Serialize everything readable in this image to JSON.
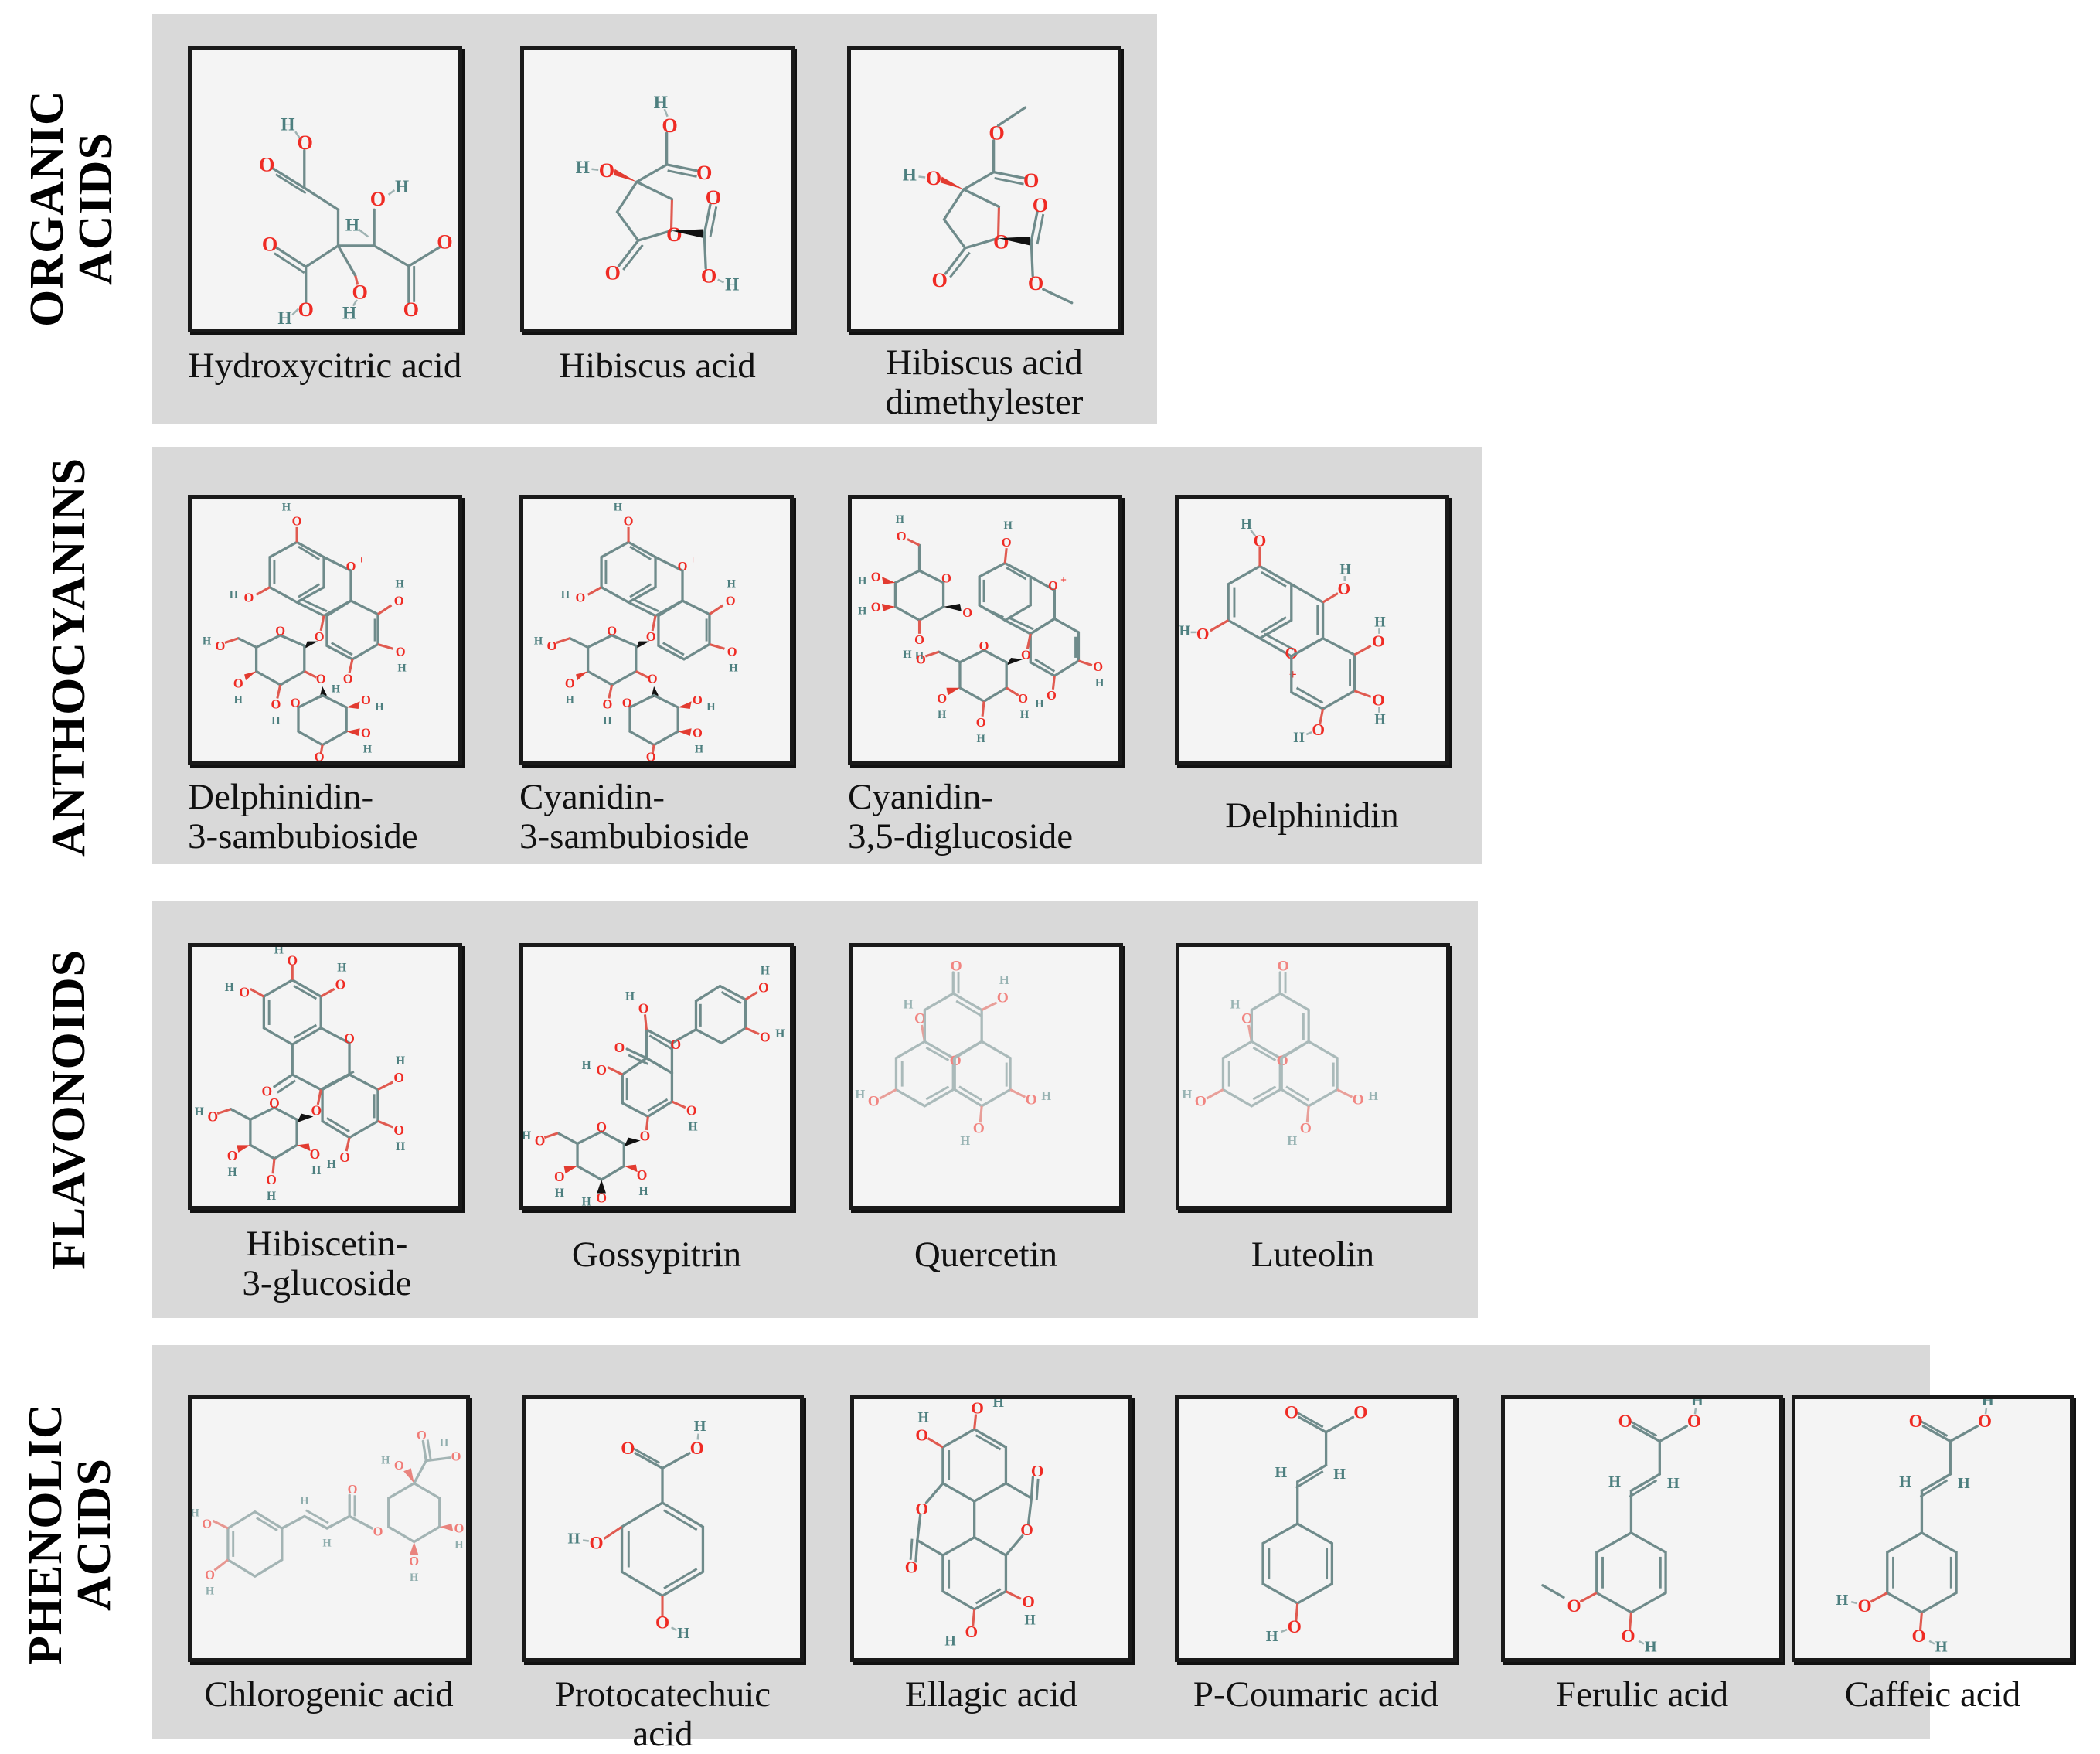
{
  "figure": {
    "title": "Phytochemical constituents grouped by compound class",
    "panel_bg": "#d9d9d9",
    "box_bg": "#f4f4f4",
    "oxygen_color": "#ef2b24",
    "hydrogen_color": "#4d7f7f",
    "bond_color": "#6f8b8b"
  },
  "rows": [
    {
      "id": "organic-acids",
      "label": "ORGANIC\nACIDS",
      "compounds": [
        {
          "name": "Hydroxycitric acid",
          "structure": "hydroxycitric-acid"
        },
        {
          "name": "Hibiscus acid",
          "structure": "hibiscus-acid"
        },
        {
          "name": "Hibiscus acid\ndimethylester",
          "structure": "hibiscus-acid-dimethylester"
        }
      ]
    },
    {
      "id": "anthocyanins",
      "label": "ANTHOCYANINS",
      "compounds": [
        {
          "name": "Delphinidin-\n3-sambubioside",
          "structure": "delphinidin-3-sambubioside"
        },
        {
          "name": "Cyanidin-\n3-sambubioside",
          "structure": "cyanidin-3-sambubioside"
        },
        {
          "name": "Cyanidin-\n3,5-diglucoside",
          "structure": "cyanidin-3-5-diglucoside"
        },
        {
          "name": "Delphinidin",
          "structure": "delphinidin"
        }
      ]
    },
    {
      "id": "flavonoids",
      "label": "FLAVONOIDS",
      "compounds": [
        {
          "name": "Hibiscetin-\n3-glucoside",
          "structure": "hibiscetin-3-glucoside"
        },
        {
          "name": "Gossypitrin",
          "structure": "gossypitrin"
        },
        {
          "name": "Quercetin",
          "structure": "quercetin"
        },
        {
          "name": "Luteolin",
          "structure": "luteolin"
        }
      ]
    },
    {
      "id": "phenolic-acids",
      "label": "PHENOLIC\nACIDS",
      "compounds": [
        {
          "name": "Chlorogenic acid",
          "structure": "chlorogenic-acid"
        },
        {
          "name": "Protocatechuic acid",
          "structure": "protocatechuic-acid"
        },
        {
          "name": "Ellagic  acid",
          "structure": "ellagic-acid"
        },
        {
          "name": "P-Coumaric acid",
          "structure": "p-coumaric-acid"
        },
        {
          "name": "Ferulic acid",
          "structure": "ferulic-acid"
        },
        {
          "name": "Caffeic acid",
          "structure": "caffeic-acid"
        }
      ]
    }
  ],
  "atom_labels": {
    "oxygen": "O",
    "hydrogen": "H",
    "charge": "+"
  }
}
